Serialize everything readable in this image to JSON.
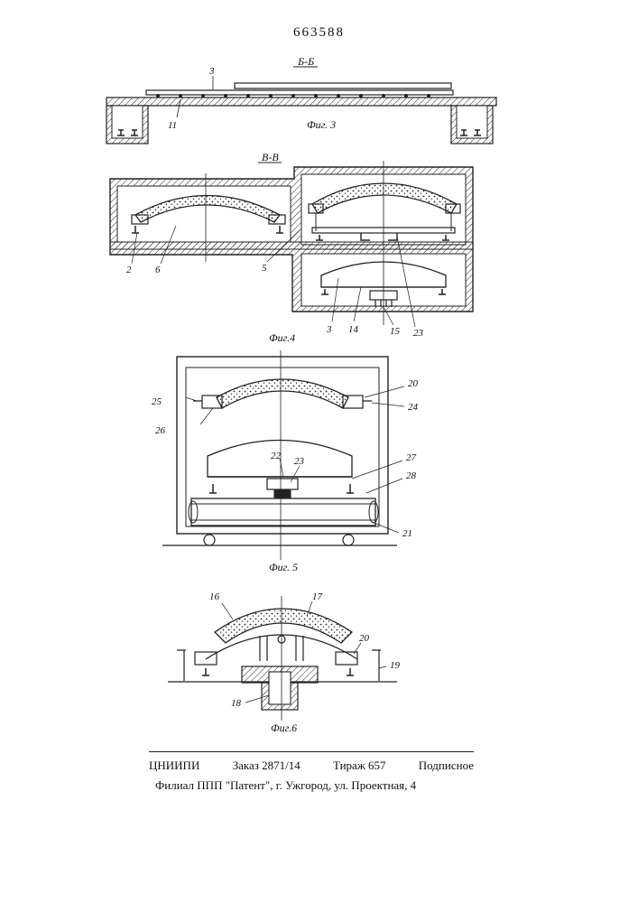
{
  "patent_number": "663588",
  "sections": {
    "b_b": "Б-Б",
    "v_v": "В-В"
  },
  "figures": {
    "fig3": "Фиг. 3",
    "fig4": "Фиг.4",
    "fig5": "Фиг. 5",
    "fig6": "Фиг.6"
  },
  "callouts": {
    "fig3": [
      "3",
      "11"
    ],
    "fig4": [
      "2",
      "6",
      "5",
      "3",
      "14",
      "15",
      "23"
    ],
    "fig5": [
      "25",
      "26",
      "20",
      "24",
      "22",
      "23",
      "27",
      "28",
      "21"
    ],
    "fig6": [
      "16",
      "17",
      "20",
      "19",
      "18"
    ]
  },
  "footer": {
    "org": "ЦНИИПИ",
    "order": "Заказ 2871/14",
    "circulation": "Тираж 657",
    "type": "Подписное",
    "address": "Филиал ППП \"Патент\", г. Ужгород, ул. Проектная, 4"
  }
}
